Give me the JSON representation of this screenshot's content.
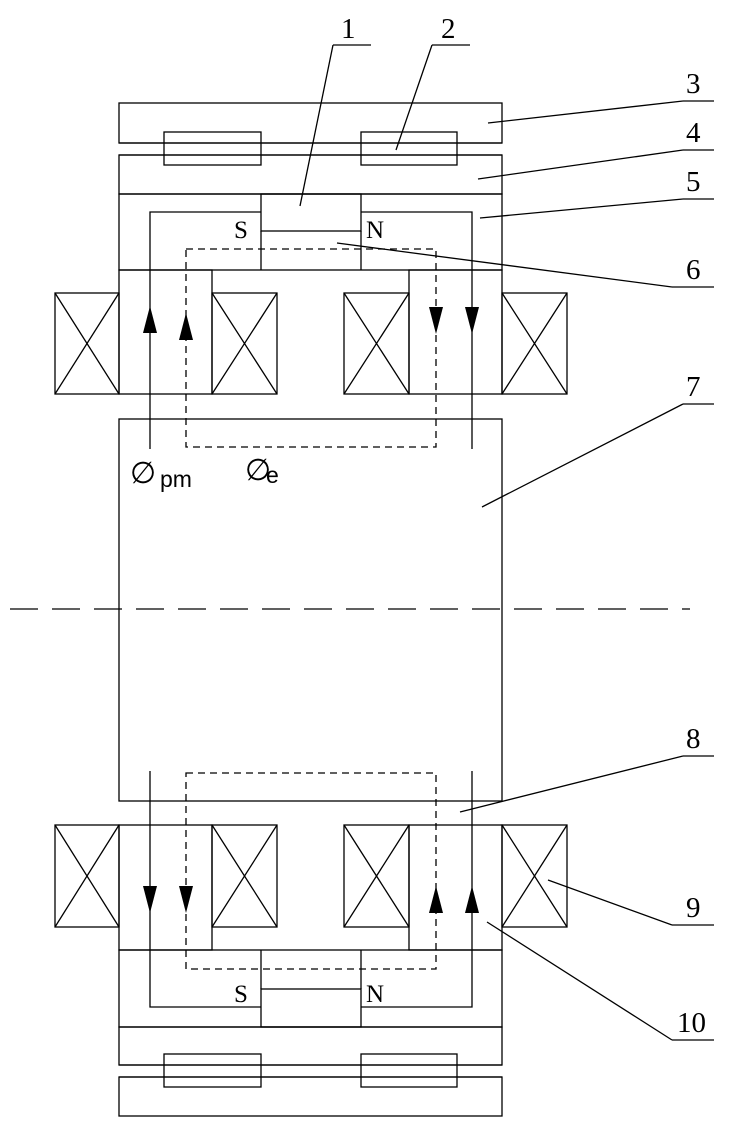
{
  "labels": {
    "l1": "1",
    "l2": "2",
    "l3": "3",
    "l4": "4",
    "l5": "5",
    "l6": "6",
    "l7": "7",
    "l8": "8",
    "l9": "9",
    "l10": "10"
  },
  "poles": {
    "south": "S",
    "north": "N"
  },
  "flux": {
    "symbol": "∅",
    "pm_sub": "pm",
    "e_sub": "e"
  },
  "colors": {
    "magnet": "#a8a8a8",
    "line": "#000000",
    "winding_fill": "#dcdcdc"
  }
}
